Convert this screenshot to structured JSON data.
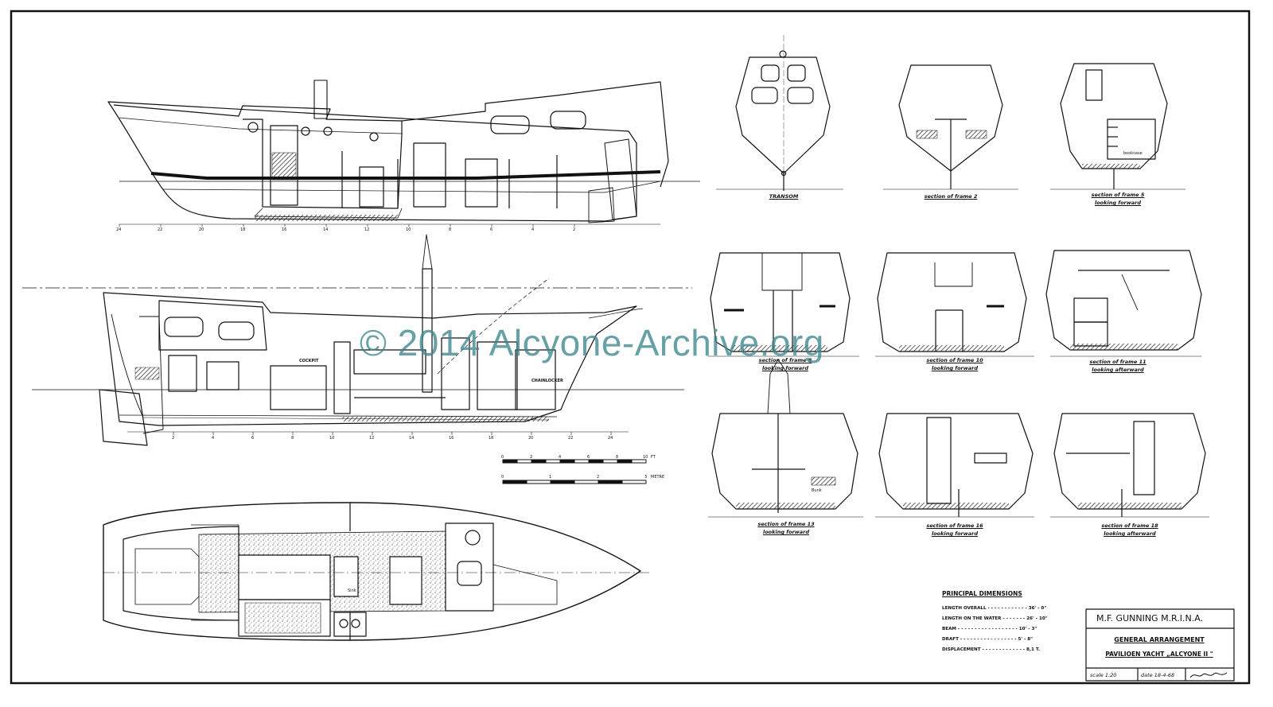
{
  "watermark": "© 2014 Alcyone-Archive.org",
  "sections": {
    "transom": "TRANSOM",
    "frame2": "section of frame 2",
    "frame5": [
      "section of frame 5",
      "looking forward"
    ],
    "frame8": [
      "section of frame 8",
      "looking forward"
    ],
    "frame10": [
      "section of frame 10",
      "looking forward"
    ],
    "frame11": [
      "section of frame 11",
      "looking afterward"
    ],
    "frame13": [
      "section of frame 13",
      "looking forward"
    ],
    "frame16": [
      "section of frame 16",
      "looking forward"
    ],
    "frame18": [
      "section of frame 18",
      "looking afterward"
    ]
  },
  "profile_upper_stations": [
    "24",
    "22",
    "20",
    "18",
    "16",
    "14",
    "12",
    "10",
    "8",
    "6",
    "4",
    "2"
  ],
  "profile_lower_stations": [
    "2",
    "4",
    "6",
    "8",
    "10",
    "12",
    "14",
    "16",
    "18",
    "20",
    "22",
    "24"
  ],
  "interior_labels": {
    "cockpit": "COCKPIT",
    "chainlocker": "CHAINLOCKER",
    "bookcase": "bookcase",
    "sink": "Sink",
    "bunk": "Bunk"
  },
  "scale_bar_feet": {
    "ticks": [
      "0",
      "2",
      "4",
      "6",
      "8",
      "10"
    ],
    "unit": "FT"
  },
  "scale_bar_metre": {
    "ticks": [
      "0",
      "1",
      "2",
      "3"
    ],
    "unit": "METRE"
  },
  "principal_dimensions": {
    "title": "PRINCIPAL DIMENSIONS",
    "rows": [
      {
        "label": "LENGTH OVERALL",
        "value": "36' - 0\""
      },
      {
        "label": "LENGTH ON THE WATER",
        "value": "26' - 10\""
      },
      {
        "label": "BEAM",
        "value": "10' - 3\""
      },
      {
        "label": "DRAFT",
        "value": "5' - 8\""
      },
      {
        "label": "DISPLACEMENT",
        "value": "8,1 T."
      }
    ]
  },
  "title_block": {
    "designer": "M.F. GUNNING   M.R.I.N.A.",
    "drawing": "GENERAL ARRANGEMENT",
    "vessel": "PAVILIOEN YACHT „ALCYONE II \"",
    "scale": "scale 1:20",
    "date": "date 18-4-68"
  }
}
